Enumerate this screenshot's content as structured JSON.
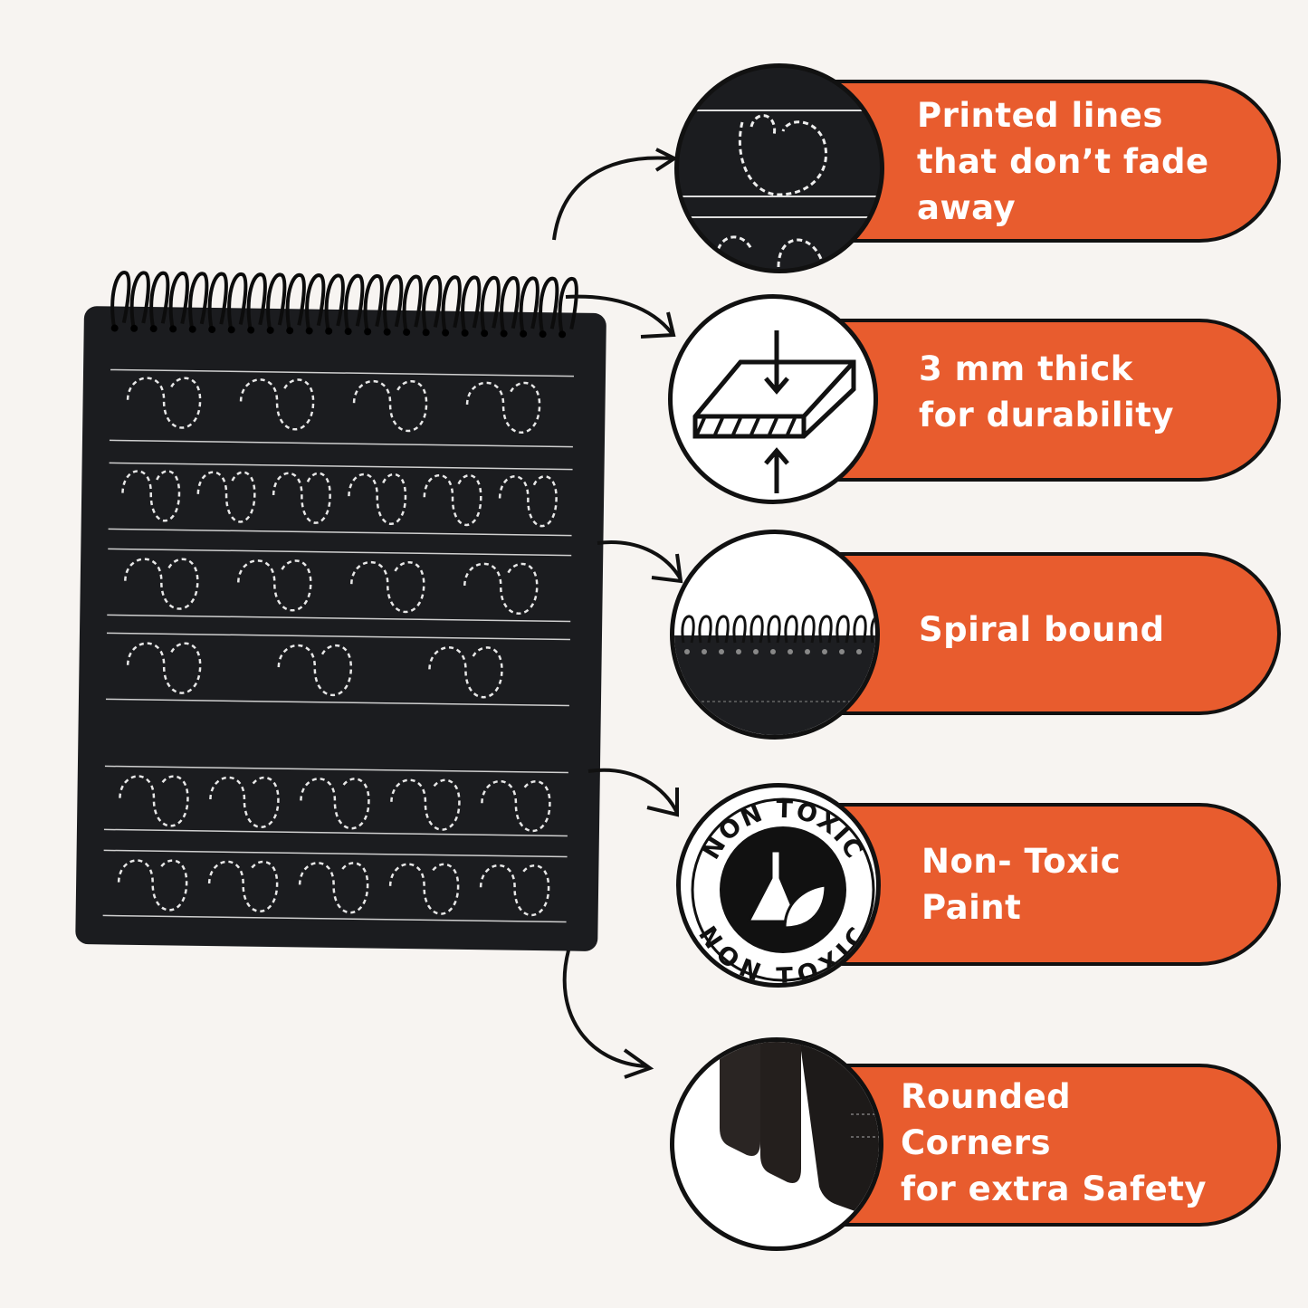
{
  "features": [
    {
      "label": "Printed lines\nthat don’t fade\naway",
      "icon": "dashed-letter-closeup-icon"
    },
    {
      "label": "3 mm thick\nfor durability",
      "icon": "board-thickness-icon"
    },
    {
      "label": "Spiral bound",
      "icon": "spiral-closeup-icon"
    },
    {
      "label": "Non- Toxic\nPaint",
      "icon": "non-toxic-badge-icon",
      "badge_text": "NON TOXIC"
    },
    {
      "label": "Rounded\nCorners\nfor extra Safety",
      "icon": "rounded-corners-closeup-icon"
    }
  ],
  "colors": {
    "accent": "#e85c2e",
    "board": "#1b1c1f",
    "background": "#f7f4f1"
  }
}
